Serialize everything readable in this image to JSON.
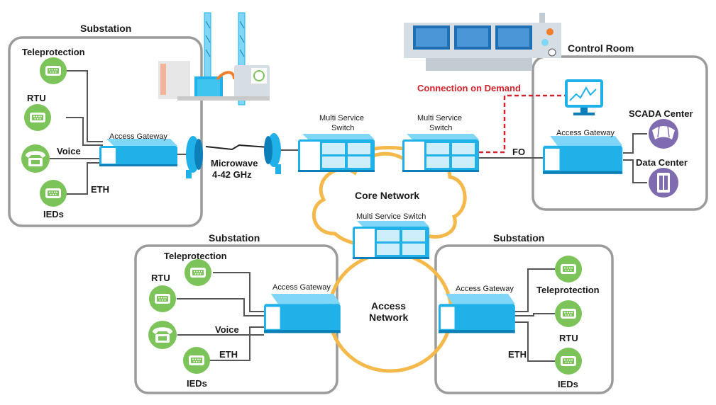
{
  "colors": {
    "box_border": "#9b9b9b",
    "ring": "#f4b94a",
    "device_blue": "#1fb1e8",
    "device_dark": "#0c7fb8",
    "endpoint_green": "#7cc35a",
    "scada_purple": "#7f6bb0",
    "on_demand_red": "#d3222a"
  },
  "sites": {
    "substation_main": {
      "title": "Substation",
      "gateway": "Access Gateway",
      "teleprotection": "Teleprotection",
      "rtu": "RTU",
      "voice": "Voice",
      "eth": "ETH",
      "ieds": "IEDs"
    },
    "substation_left": {
      "title": "Substation",
      "gateway": "Access Gateway",
      "teleprotection": "Teleprotection",
      "rtu": "RTU",
      "voice": "Voice",
      "eth": "ETH",
      "ieds": "IEDs"
    },
    "substation_right": {
      "title": "Substation",
      "gateway": "Access Gateway",
      "teleprotection": "Teleprotection",
      "rtu": "RTU",
      "eth": "ETH",
      "ieds": "IEDs"
    },
    "control_room": {
      "title": "Control Room",
      "gateway": "Access Gateway",
      "scada": "SCADA Center",
      "data_center": "Data Center"
    }
  },
  "links": {
    "microwave_line1": "Microwave",
    "microwave_line2": "4-42 GHz",
    "fo": "FO",
    "on_demand": "Connection on Demand"
  },
  "switches": {
    "sw1_line1": "Multi Service",
    "sw1_line2": "Switch",
    "sw2_line1": "Multi Service",
    "sw2_line2": "Switch",
    "sw3": "Multi Service Switch"
  },
  "networks": {
    "core": "Core Network",
    "access_line1": "Access",
    "access_line2": "Network"
  }
}
